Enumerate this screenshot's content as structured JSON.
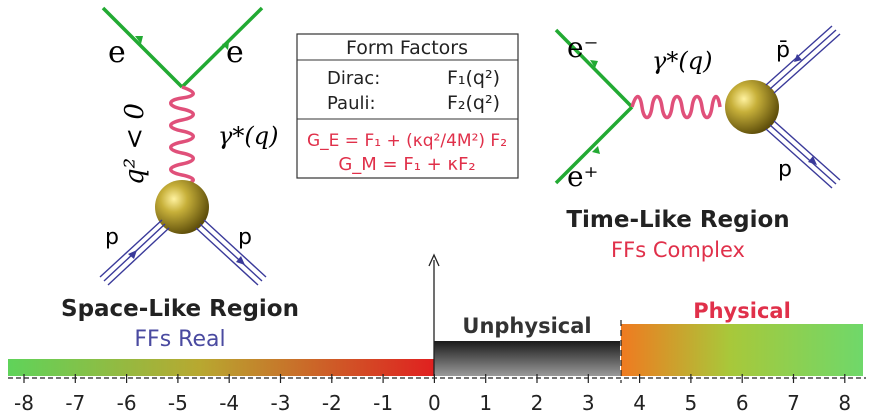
{
  "space_like": {
    "label_e_in": "e",
    "label_e_out": "e",
    "label_q2": "q² < 0",
    "label_photon": "γ*(q)",
    "label_p_in": "p",
    "label_p_out": "p",
    "region_title": "Space-Like Region",
    "region_subtitle": "FFs Real"
  },
  "time_like": {
    "label_e_minus": "e⁻",
    "label_e_plus": "e⁺",
    "label_photon": "γ*(q)",
    "label_pbar": "p̄",
    "label_p": "p",
    "region_title": "Time-Like Region",
    "region_subtitle": "FFs Complex"
  },
  "form_factors_box": {
    "title": "Form Factors",
    "dirac_label": "Dirac:",
    "dirac_value": "F₁(q²)",
    "pauli_label": "Pauli:",
    "pauli_value": "F₂(q²)",
    "ge_formula": "G_E = F₁ + (κq²/4M²) F₂",
    "gm_formula": "G_M = F₁ + κF₂"
  },
  "axis": {
    "ticks": [
      "-8",
      "-7",
      "-6",
      "-5",
      "-4",
      "-3",
      "-2",
      "-1",
      "0",
      "1",
      "2",
      "3",
      "4",
      "5",
      "6",
      "7",
      "8"
    ],
    "unphysical_label": "Unphysical",
    "physical_label": "Physical"
  },
  "colors": {
    "electron_line": "#22aa33",
    "photon": "#e0507a",
    "proton_line": "#4a4aa8",
    "blob": "#8a7a1a",
    "red_text": "#e0304a",
    "blue_text": "#4a4aa0"
  }
}
